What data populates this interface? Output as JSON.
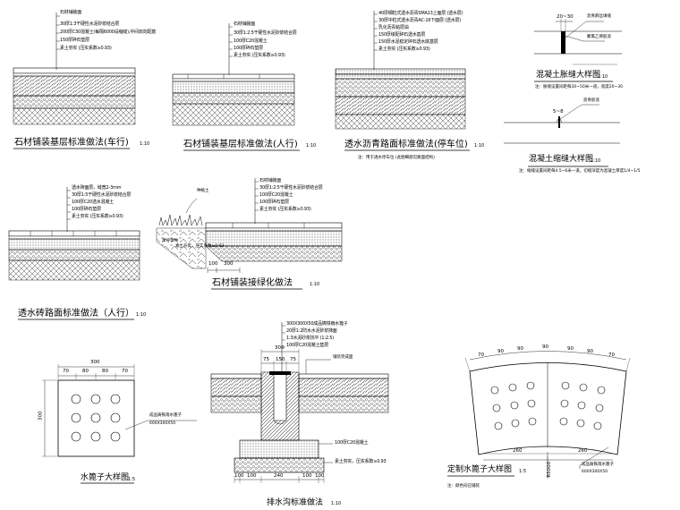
{
  "d1": {
    "title": "石材铺装基层标准做法(车行)",
    "scale": "1:10",
    "layers": [
      "石材铺装面",
      "30厚1:3干硬性水泥砂浆结合层",
      "200厚C30混凝土(每隔6000设缩缝),中间双向配筋",
      "150厚碎石垫层",
      "素土夯实 (压实系数≥0.93)"
    ]
  },
  "d2": {
    "title": "石材铺装基层标准做法(人行)",
    "scale": "1:10",
    "layers": [
      "石材铺装面",
      "30厚1:2.5干硬性水泥砂浆结合层",
      "100厚C20混凝土",
      "100厚碎石垫层",
      "素土夯实 (压实系数≥0.93)"
    ]
  },
  "d3": {
    "title": "透水沥青路面标准做法(停车位)",
    "scale": "1:10",
    "layers": [
      "40厚细粒式透水沥青SMA13上面层 (透水层)",
      "30厚中粒式透水沥青AC-16下面层 (透水层)",
      "乳化沥青粘层油",
      "150厚级配碎石透水基层",
      "150厚水泥稳定碎石透水底基层",
      "素土夯实 (压实系数≥0.93)"
    ],
    "footnote": "注：用于透水停车位 (此图细部见路面结构)"
  },
  "d4": {
    "title": "混凝土胀缝大样图",
    "scale": "1:10",
    "dim": "20~30",
    "labels": [
      "沥青麻丝填缝",
      "聚氯乙烯胶泥"
    ],
    "note": "注：胀缝设置间距每30~50米一道，宽度20~30"
  },
  "d5": {
    "title": "混凝土缩缝大样图",
    "scale": "1:10",
    "dim": "5~8",
    "labels": [
      "沥青胶泥"
    ],
    "note": "注：缩缝设置间距每4.5~6米一道，切缝深度为混凝土厚度1/4~1/5"
  },
  "d6": {
    "title": "透水砖路面标准做法（人行）",
    "scale": "1:10",
    "layers": [
      "透水砖面层，缝宽2-3mm",
      "30厚1:5干硬性水泥砂浆结合层",
      "100厚C20透水混凝土",
      "100厚碎石垫层",
      "素土夯实 (压实系数≥0.93)"
    ]
  },
  "d7": {
    "title": "石材铺装接绿化做法",
    "scale": "1:10",
    "labels": [
      "种植土",
      "草坪草种",
      "素土夯实，压实系数≥0.93"
    ],
    "layers": [
      "石材铺装面",
      "30厚1:2.5干硬性水泥砂浆结合层",
      "100厚C20混凝土",
      "100厚碎石垫层",
      "素土夯实 (压实系数≥0.93)"
    ],
    "dims": [
      "100",
      "300"
    ]
  },
  "d8": {
    "title": "水篦子大样图",
    "scale": "1:5",
    "dims": [
      "300",
      "70",
      "80",
      "80",
      "70"
    ],
    "vdim": "300",
    "label": "成品铸铁雨水篦子",
    "size": "600X300X50"
  },
  "d9": {
    "title": "排水沟标准做法",
    "scale": "1:10",
    "layers": [
      "300X300X50成品铸铁雨水篦子",
      "20厚1:2防水水泥砂浆抹面",
      "1:3水泥砂浆找平 (1:2.5)",
      "100厚C20混凝土垫层"
    ],
    "top_label": "铺装完成面",
    "bottom_layers": [
      "100厚C20混凝土",
      "素土夯实，压实系数≥0.93"
    ],
    "top_dims": [
      "300",
      "75",
      "150",
      "75"
    ],
    "bottom_dims": [
      "100",
      "100",
      "240",
      "100",
      "100"
    ]
  },
  "d10": {
    "title": "定制水篦子大样图",
    "scale": "1:5",
    "top_dims": [
      "70",
      "90",
      "90",
      "90",
      "90",
      "90",
      "70"
    ],
    "bottom_dims": [
      "260",
      "260"
    ],
    "vdim": "R5000",
    "label": "成品铸铁雨水篦子",
    "size": "600X300X50",
    "footnote": "注：颜色同已铺装"
  }
}
